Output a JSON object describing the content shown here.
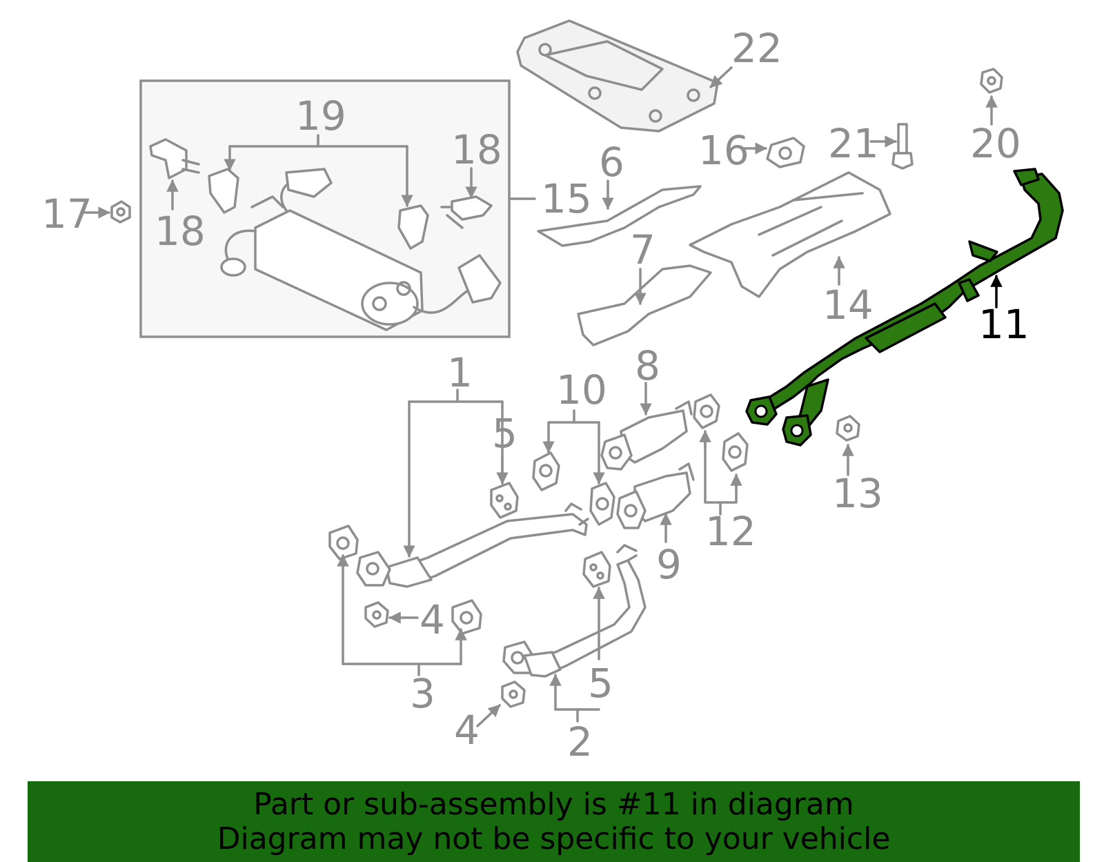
{
  "callouts": {
    "c1": "1",
    "c2": "2",
    "c3": "3",
    "c4a": "4",
    "c4b": "4",
    "c5a": "5",
    "c5b": "5",
    "c6": "6",
    "c7": "7",
    "c8": "8",
    "c9": "9",
    "c10": "10",
    "c11": "11",
    "c12": "12",
    "c13": "13",
    "c14": "14",
    "c15": "15",
    "c16": "16",
    "c17": "17",
    "c18a": "18",
    "c18b": "18",
    "c19": "19",
    "c20": "20",
    "c21": "21",
    "c22": "22"
  },
  "highlighted_part": "11",
  "colors": {
    "highlight": "#2d7a10",
    "banner": "#186a0e",
    "lines": "#8e8e8e"
  },
  "banner": {
    "line1": "Part or sub-assembly is #11 in diagram",
    "line2": "Diagram may not be specific to your vehicle"
  }
}
